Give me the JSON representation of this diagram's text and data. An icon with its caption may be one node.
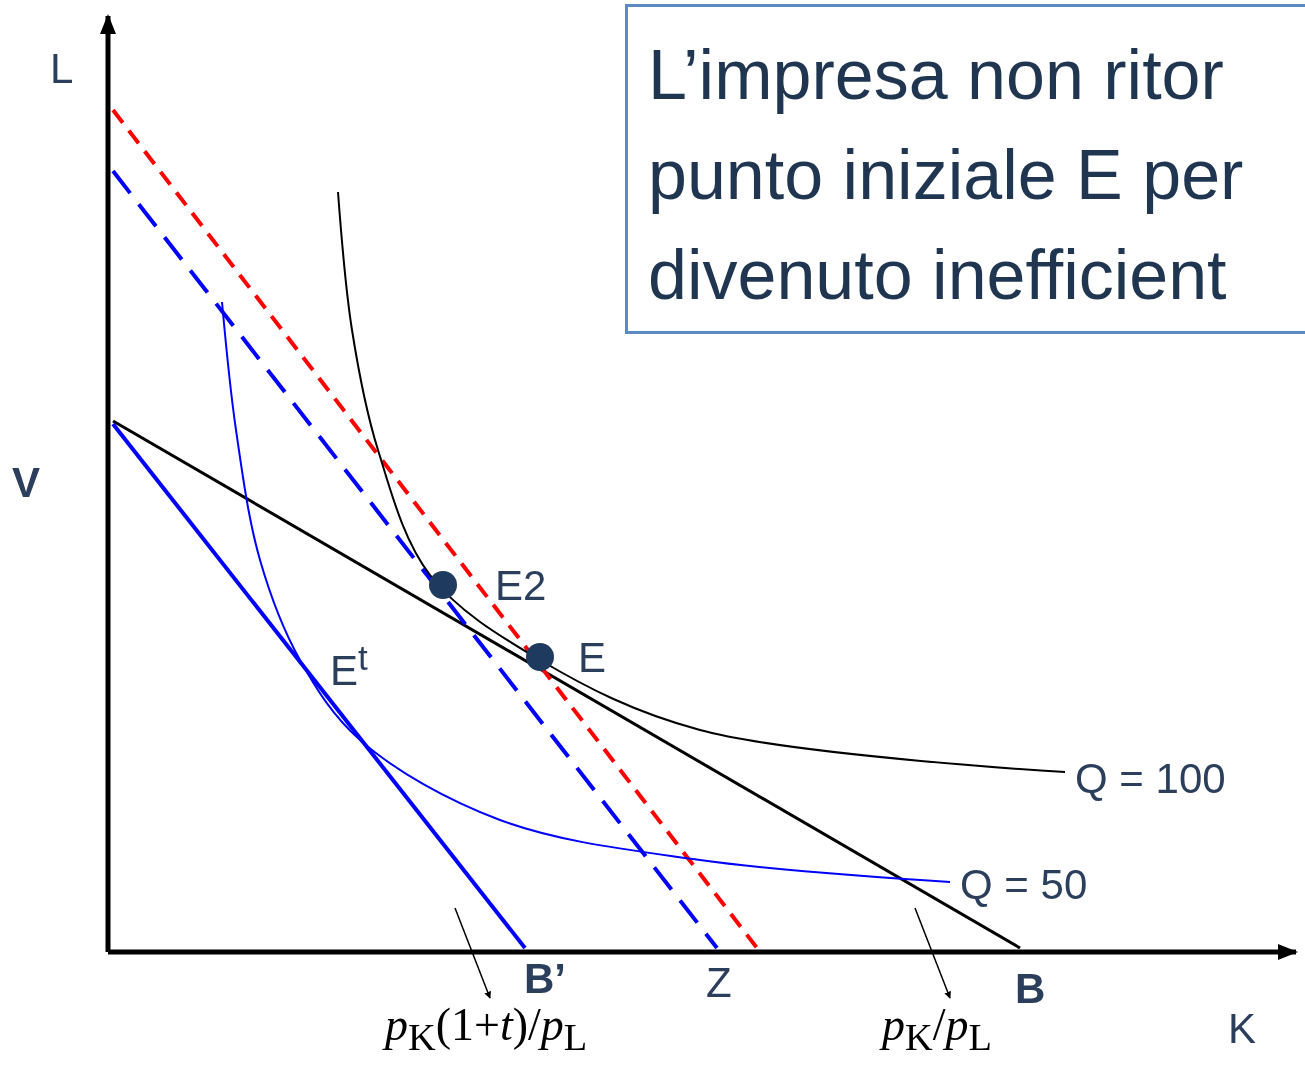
{
  "diagram": {
    "nodes": [
      {
        "text": [
          "L’impresa non ritor punto iniziale E per divenuto inefficient"
        ]
      },
      {
        "text": [
          "*p*$_{K}$(1+*t*)/*p*$_{L}$"
        ]
      },
      {
        "text": [
          "*p*$_{K}$/*p*$_{L}$"
        ]
      }
    ],
    "edges": [
      {
        "from": null,
        "to": 1,
        "arrow": "to"
      },
      {
        "from": null,
        "to": 2,
        "arrow": "to"
      }
    ],
    "labels": [
      "L",
      "V",
      "E2",
      "E",
      "E$^{t}$",
      "Q = 100",
      "Q = 50",
      "B’",
      "Z",
      "B",
      "K"
    ]
  }
}
